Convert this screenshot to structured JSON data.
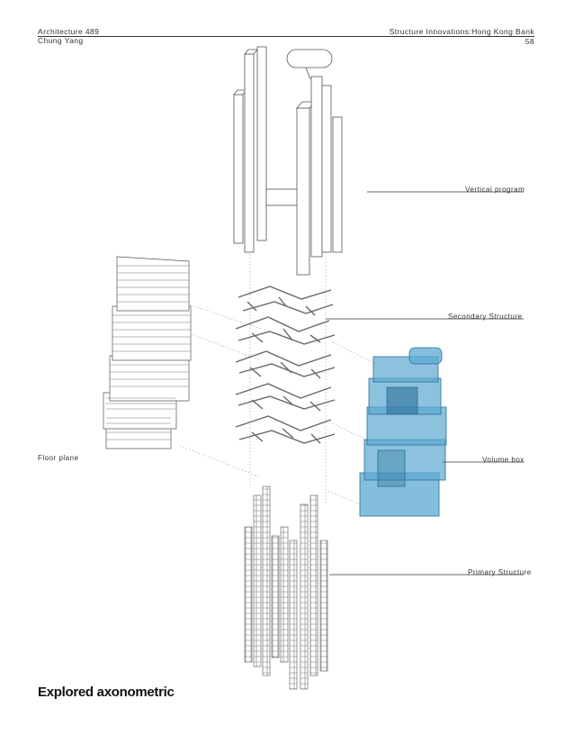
{
  "header": {
    "course": "Architecture 489",
    "author": "Chung Yang",
    "subject": "Structure Innovations:Hong Kong Bank",
    "page_number": "58"
  },
  "labels": {
    "vertical_program": "Vertical program",
    "secondary_structure": "Secondary Structure",
    "floor_plane": "Floor plane",
    "volume_box": "Volume box",
    "primary_structure": "Primary Structure"
  },
  "caption": "Explored axonometric",
  "colors": {
    "line": "#555555",
    "volume_fill": "#5ba8d0",
    "volume_dark": "#2b6f96"
  }
}
